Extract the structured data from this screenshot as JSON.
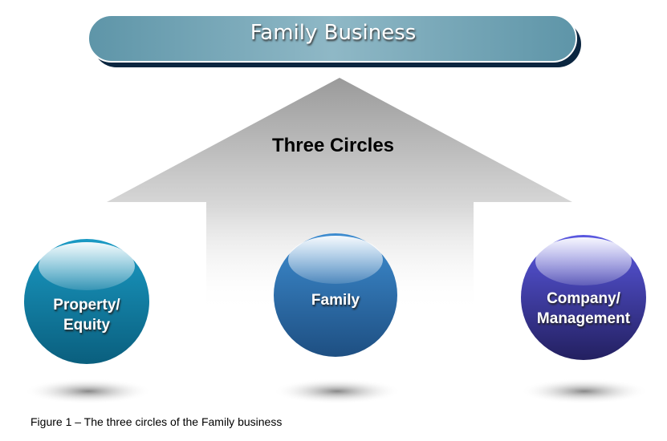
{
  "banner": {
    "title": "Family Business"
  },
  "arrow": {
    "label": "Three Circles"
  },
  "circles": [
    {
      "line1": "Property/",
      "line2": "Equity",
      "color": "#0f7fa3"
    },
    {
      "line1": "Family",
      "color": "#2e6aa8"
    },
    {
      "line1": "Company/",
      "line2": "Management",
      "color": "#3c3aa8"
    }
  ],
  "caption": "Figure 1 – The three circles of the Family business"
}
